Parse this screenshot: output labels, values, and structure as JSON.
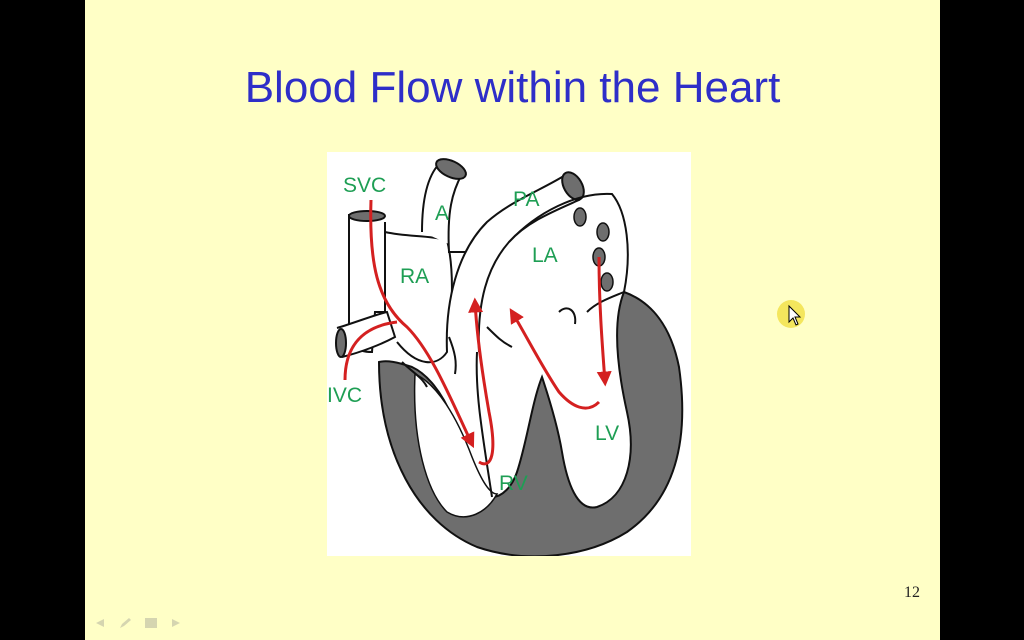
{
  "slide": {
    "title": "Blood Flow within the Heart",
    "page_number": "12"
  },
  "diagram": {
    "labels": {
      "svc": "SVC",
      "a": "A",
      "pa": "PA",
      "la": "LA",
      "ra": "RA",
      "ivc": "IVC",
      "lv": "LV",
      "rv": "RV"
    }
  },
  "colors": {
    "title": "#2E2EC8",
    "label": "#1E9E54",
    "arrow": "#D42020",
    "muscle": "#6E6E6E",
    "background": "#FFFFC6"
  },
  "icons": {
    "cursor": "pointer-cursor-icon",
    "toolbar": [
      "prev-slide-icon",
      "pen-icon",
      "menu-icon",
      "next-slide-icon"
    ]
  }
}
